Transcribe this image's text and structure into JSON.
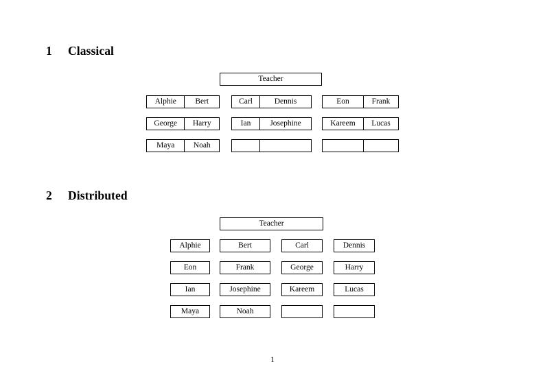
{
  "document": {
    "page_number": "1"
  },
  "sections": [
    {
      "number": "1",
      "title": "Classical",
      "layout": "joined-pairs",
      "teacher": {
        "label": "Teacher"
      },
      "groups": [
        {
          "name": "group-left",
          "rows": [
            {
              "left": "Alphie",
              "right": "Bert"
            },
            {
              "left": "George",
              "right": "Harry"
            },
            {
              "left": "Maya",
              "right": "Noah"
            }
          ]
        },
        {
          "name": "group-middle",
          "rows": [
            {
              "left": "Carl",
              "right": "Dennis"
            },
            {
              "left": "Ian",
              "right": "Josephine"
            },
            {
              "left": "",
              "right": ""
            }
          ]
        },
        {
          "name": "group-right",
          "rows": [
            {
              "left": "Eon",
              "right": "Frank"
            },
            {
              "left": "Kareem",
              "right": "Lucas"
            },
            {
              "left": "",
              "right": ""
            }
          ]
        }
      ]
    },
    {
      "number": "2",
      "title": "Distributed",
      "layout": "separate-boxes",
      "teacher": {
        "label": "Teacher"
      },
      "rows": [
        [
          "Alphie",
          "Bert",
          "Carl",
          "Dennis"
        ],
        [
          "Eon",
          "Frank",
          "George",
          "Harry"
        ],
        [
          "Ian",
          "Josephine",
          "Kareem",
          "Lucas"
        ],
        [
          "Maya",
          "Noah",
          "",
          ""
        ]
      ]
    }
  ]
}
